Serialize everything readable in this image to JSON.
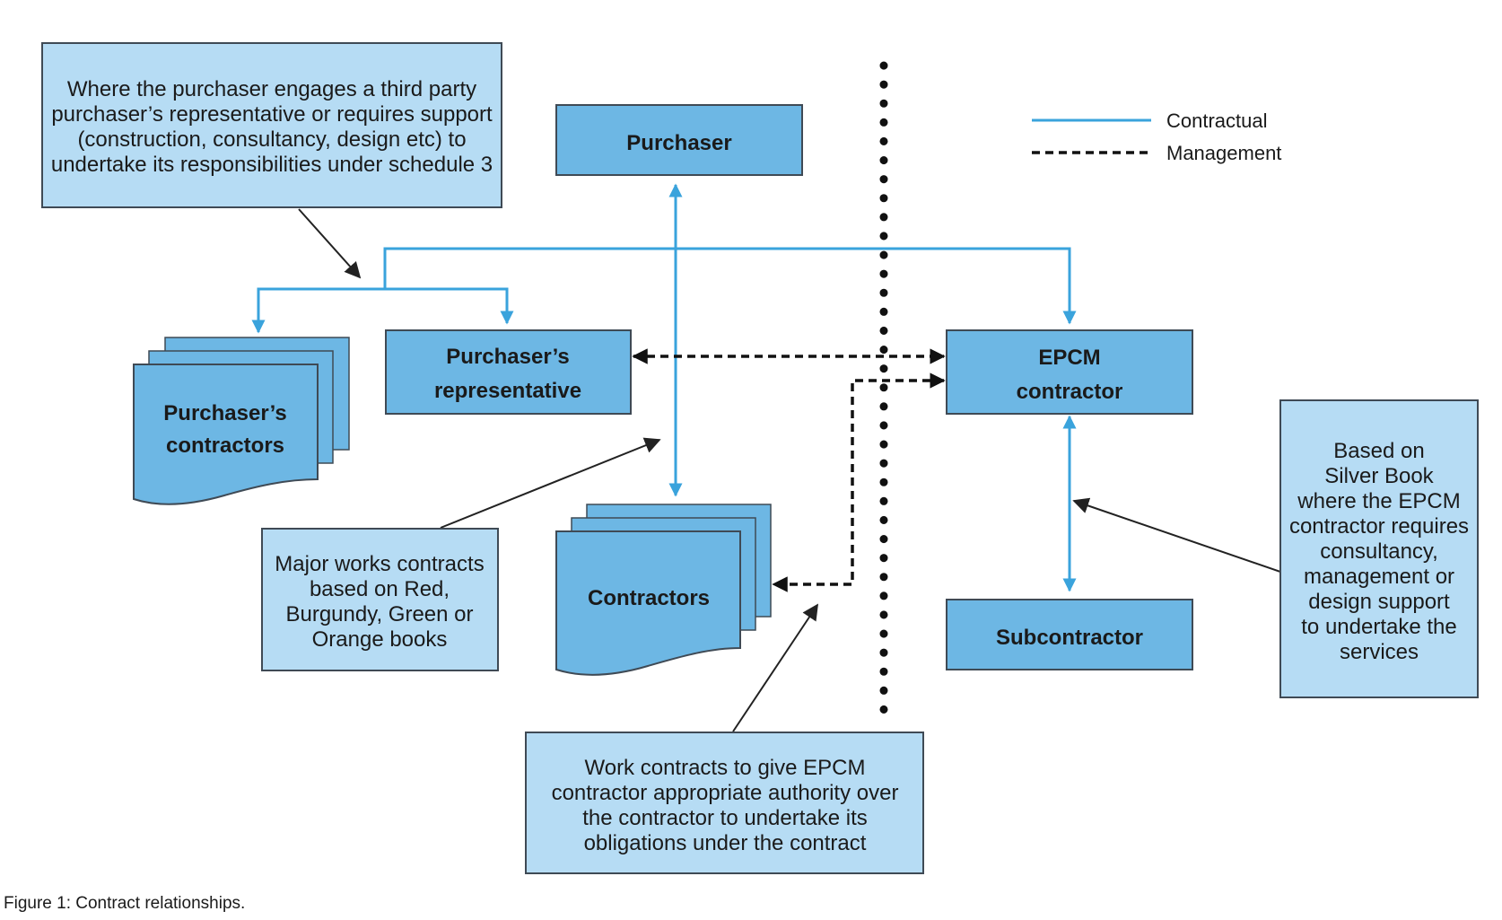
{
  "legend": {
    "contractual": "Contractual",
    "management": "Management"
  },
  "nodes": {
    "purchaser": "Purchaser",
    "purchasers_rep": [
      "Purchaser’s",
      "representative"
    ],
    "purchasers_contractors": [
      "Purchaser’s",
      "contractors"
    ],
    "contractors": "Contractors",
    "epcm": [
      "EPCM",
      "contractor"
    ],
    "subcontractor": "Subcontractor"
  },
  "notes": {
    "third_party": [
      "Where the purchaser engages a third party",
      "purchaser’s representative or requires support",
      "(construction, consultancy, design etc) to",
      "undertake its responsibilities under schedule 3"
    ],
    "major_works": [
      "Major works contracts",
      "based on Red,",
      "Burgundy, Green or",
      "Orange books"
    ],
    "work_contracts": [
      "Work contracts to give EPCM",
      "contractor appropriate authority over",
      "the contractor to undertake its",
      "obligations under the contract"
    ],
    "silver_book": [
      "Based on",
      "Silver Book",
      "where the EPCM",
      "contractor requires",
      "consultancy,",
      "management or",
      "design support",
      "to undertake the",
      "services"
    ]
  },
  "caption": "Figure 1:  Contract relationships.",
  "colors": {
    "box_dark": "#6db7e4",
    "box_light": "#b6dcf4",
    "contractual_line": "#3aa3dc",
    "management_line": "#111111"
  }
}
